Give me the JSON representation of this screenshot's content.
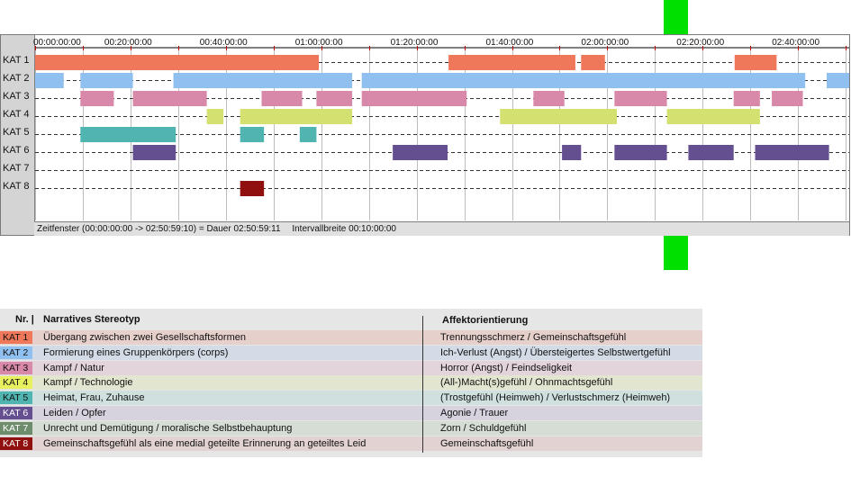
{
  "timeline": {
    "ticks": [
      "00:00:00:00",
      "00:20:00:00",
      "00:40:00:00",
      "01:00:00:00",
      "01:20:00:00",
      "01:40:00:00",
      "02:00:00:00",
      "02:20:00:00",
      "02:40:00:00"
    ],
    "rows": [
      "KAT 1",
      "KAT 2",
      "KAT 3",
      "KAT 4",
      "KAT 5",
      "KAT 6",
      "KAT 7",
      "KAT 8"
    ],
    "status_window": "Zeitfenster (00:00:00:00 -> 02:50:59:10) = Dauer 02:50:59:11",
    "status_interval": "Intervallbreite 00:10:00:00",
    "total_minutes": 171,
    "colors": [
      "#f0785a",
      "#90c0f0",
      "#d888a8",
      "#d4e070",
      "#50b4b0",
      "#645090",
      "#000000",
      "#901010"
    ],
    "segments": [
      {
        "row": 0,
        "start": 0,
        "end": 59.5
      },
      {
        "row": 0,
        "start": 86.7,
        "end": 113.3
      },
      {
        "row": 0,
        "start": 114.5,
        "end": 119.5
      },
      {
        "row": 0,
        "start": 146.7,
        "end": 155.5
      },
      {
        "row": 1,
        "start": 0,
        "end": 6
      },
      {
        "row": 1,
        "start": 9.5,
        "end": 20.5
      },
      {
        "row": 1,
        "start": 29,
        "end": 66.5
      },
      {
        "row": 1,
        "start": 68.5,
        "end": 161.5
      },
      {
        "row": 1,
        "start": 166,
        "end": 171
      },
      {
        "row": 2,
        "start": 9.5,
        "end": 16.5
      },
      {
        "row": 2,
        "start": 20.5,
        "end": 36
      },
      {
        "row": 2,
        "start": 47.5,
        "end": 56
      },
      {
        "row": 2,
        "start": 59,
        "end": 66.5
      },
      {
        "row": 2,
        "start": 68.5,
        "end": 90.5
      },
      {
        "row": 2,
        "start": 104.5,
        "end": 111
      },
      {
        "row": 2,
        "start": 121.5,
        "end": 132.5
      },
      {
        "row": 2,
        "start": 146.5,
        "end": 152
      },
      {
        "row": 2,
        "start": 154.5,
        "end": 161
      },
      {
        "row": 3,
        "start": 36,
        "end": 39.5
      },
      {
        "row": 3,
        "start": 43,
        "end": 66.5
      },
      {
        "row": 3,
        "start": 97.5,
        "end": 122
      },
      {
        "row": 3,
        "start": 132.5,
        "end": 152
      },
      {
        "row": 4,
        "start": 9.5,
        "end": 29.5
      },
      {
        "row": 4,
        "start": 43,
        "end": 48
      },
      {
        "row": 4,
        "start": 55.5,
        "end": 59
      },
      {
        "row": 5,
        "start": 20.5,
        "end": 29.5
      },
      {
        "row": 5,
        "start": 75,
        "end": 86.5
      },
      {
        "row": 5,
        "start": 110.5,
        "end": 114.5
      },
      {
        "row": 5,
        "start": 121.5,
        "end": 132.5
      },
      {
        "row": 5,
        "start": 137,
        "end": 146.5
      },
      {
        "row": 5,
        "start": 151,
        "end": 166.5
      },
      {
        "row": 7,
        "start": 43,
        "end": 48
      }
    ]
  },
  "legend": {
    "header_nr": "Nr. |",
    "header_stereotype": "Narratives Stereotyp",
    "header_affect": "Affektorientierung",
    "items": [
      {
        "nr": "KAT 1",
        "stereotype": "Übergang zwischen zwei Gesellschaftsformen",
        "affect": "Trennungsschmerz / Gemeinschaftsgefühl",
        "color": "#f0785a",
        "bg": "#e6d0cb",
        "text": "#111111"
      },
      {
        "nr": "KAT 2",
        "stereotype": "Formierung eines Gruppenkörpers (corps)",
        "affect": "Ich-Verlust (Angst) / Übersteigertes Selbstwertgefühl",
        "color": "#90c0f0",
        "bg": "#d2dbe6",
        "text": "#111111"
      },
      {
        "nr": "KAT 3",
        "stereotype": "Kampf / Natur",
        "affect": "Horror (Angst) / Feindseligkeit",
        "color": "#d888a8",
        "bg": "#e3d3da",
        "text": "#111111"
      },
      {
        "nr": "KAT 4",
        "stereotype": "Kampf / Technologie",
        "affect": "(All-)Macht(s)gefühl / Ohnmachtsgefühl",
        "color": "#e8f060",
        "bg": "#e2e5cf",
        "text": "#111111"
      },
      {
        "nr": "KAT 5",
        "stereotype": "Heimat, Frau, Zuhause",
        "affect": "(Trostgefühl (Heimweh) / Verlustschmerz (Heimweh)",
        "color": "#50b4b0",
        "bg": "#cfe0df",
        "text": "#111111"
      },
      {
        "nr": "KAT 6",
        "stereotype": "Leiden / Opfer",
        "affect": "Agonie / Trauer",
        "color": "#645090",
        "bg": "#d6d3df",
        "text": "#ffffff"
      },
      {
        "nr": "KAT 7",
        "stereotype": "Unrecht und Demütigung / moralische Selbstbehauptung",
        "affect": "Zorn / Schuldgefühl",
        "color": "#6c8c6c",
        "bg": "#d5ddd5",
        "text": "#ffffff"
      },
      {
        "nr": "KAT 8",
        "stereotype": "Gemeinschaftsgefühl als eine medial geteilte Erinnerung an geteiltes Leid",
        "affect": "Gemeinschaftsgefühl",
        "color": "#901010",
        "bg": "#e2d2d2",
        "text": "#ffffff"
      }
    ]
  }
}
